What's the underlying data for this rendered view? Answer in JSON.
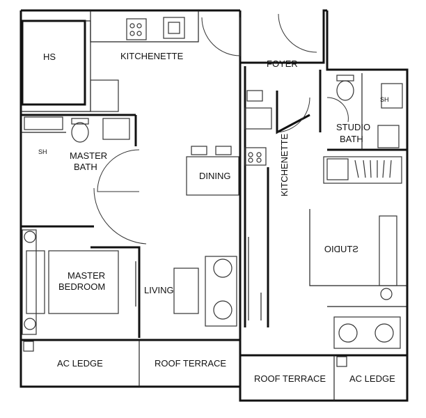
{
  "rooms": {
    "hs": "HS",
    "kitchenette_1": "KITCHENETTE",
    "foyer": "FOYER",
    "master_bath_1": "MASTER",
    "master_bath_2": "BATH",
    "sh_1": "SH",
    "dining": "DINING",
    "master_bedroom_1": "MASTER",
    "master_bedroom_2": "BEDROOM",
    "living": "LIVING",
    "ac_ledge_1": "AC LEDGE",
    "roof_terrace_1": "ROOF TERRACE",
    "kitchenette_2": "KITCHENETTE",
    "sh_2": "SH",
    "studio_bath_1": "STUDIO",
    "studio_bath_2": "BATH",
    "studio": "STUDIO",
    "roof_terrace_2": "ROOF TERRACE",
    "ac_ledge_2": "AC LEDGE"
  }
}
